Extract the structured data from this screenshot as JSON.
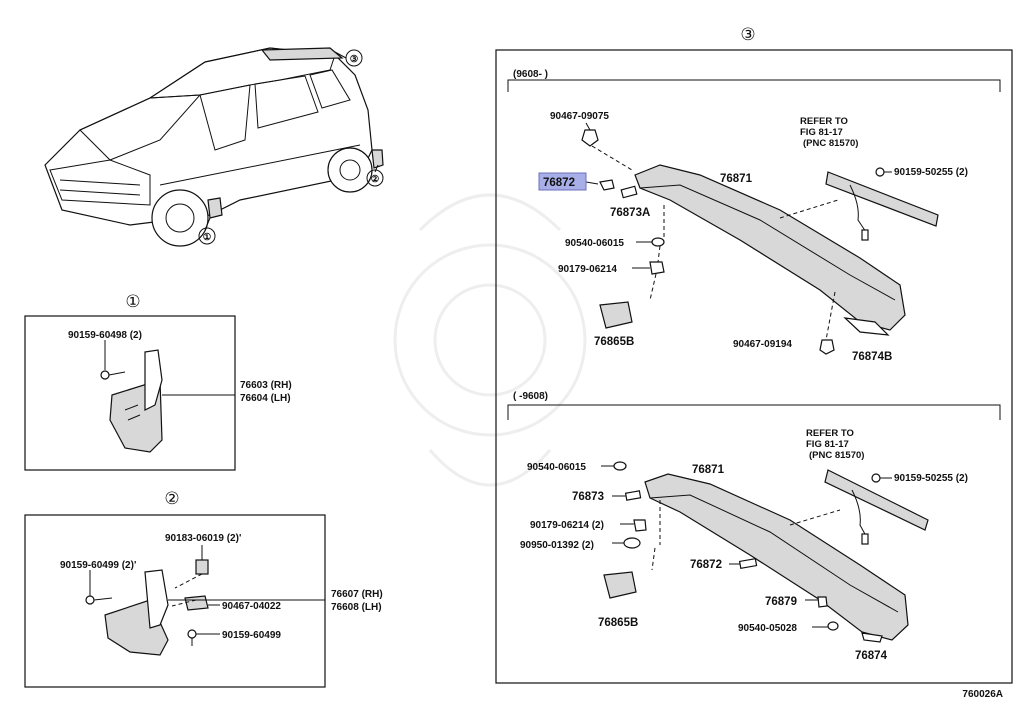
{
  "section_markers": {
    "one": "①",
    "two": "②",
    "three": "③"
  },
  "overview": {
    "callout_1": "①",
    "callout_2": "②",
    "callout_3": "③"
  },
  "panel1": {
    "bolt": "90159-60498 (2)",
    "part_rh": "76603 (RH)",
    "part_lh": "76604 (LH)"
  },
  "panel2": {
    "nut": "90183-06019 (2)'",
    "bolt": "90159-60499 (2)'",
    "clip": "90467-04022",
    "screw": "90159-60499",
    "part_rh": "76607 (RH)",
    "part_lh": "76608 (LH)"
  },
  "panel3_top": {
    "range": "(9608-      )",
    "clip_a": "90467-09075",
    "pad_highlighted": "76872",
    "pad_b": "76873A",
    "spoiler": "76871",
    "washer": "90540-06015",
    "nut": "90179-06214",
    "bracket": "76865B",
    "clip_b": "90467-09194",
    "end_cover": "76874B",
    "refer_line1": "REFER TO",
    "refer_line2": "FIG 81-17",
    "refer_line3": "(PNC 81570)",
    "screw": "90159-50255 (2)"
  },
  "panel3_bottom": {
    "range": "(      -9608)",
    "washer": "90540-06015",
    "pad": "76873",
    "spoiler": "76871",
    "nut": "90179-06214 (2)",
    "grommet": "90950-01392 (2)",
    "pad_b": "76872",
    "bracket": "76865B",
    "clip": "76879",
    "washer_b": "90540-05028",
    "end_cover": "76874",
    "refer_line1": "REFER TO",
    "refer_line2": "FIG 81-17",
    "refer_line3": "(PNC 81570)",
    "screw": "90159-50255 (2)"
  },
  "figure_code": "760026A",
  "colors": {
    "highlight": "#a8aee8",
    "ink": "#111111"
  }
}
